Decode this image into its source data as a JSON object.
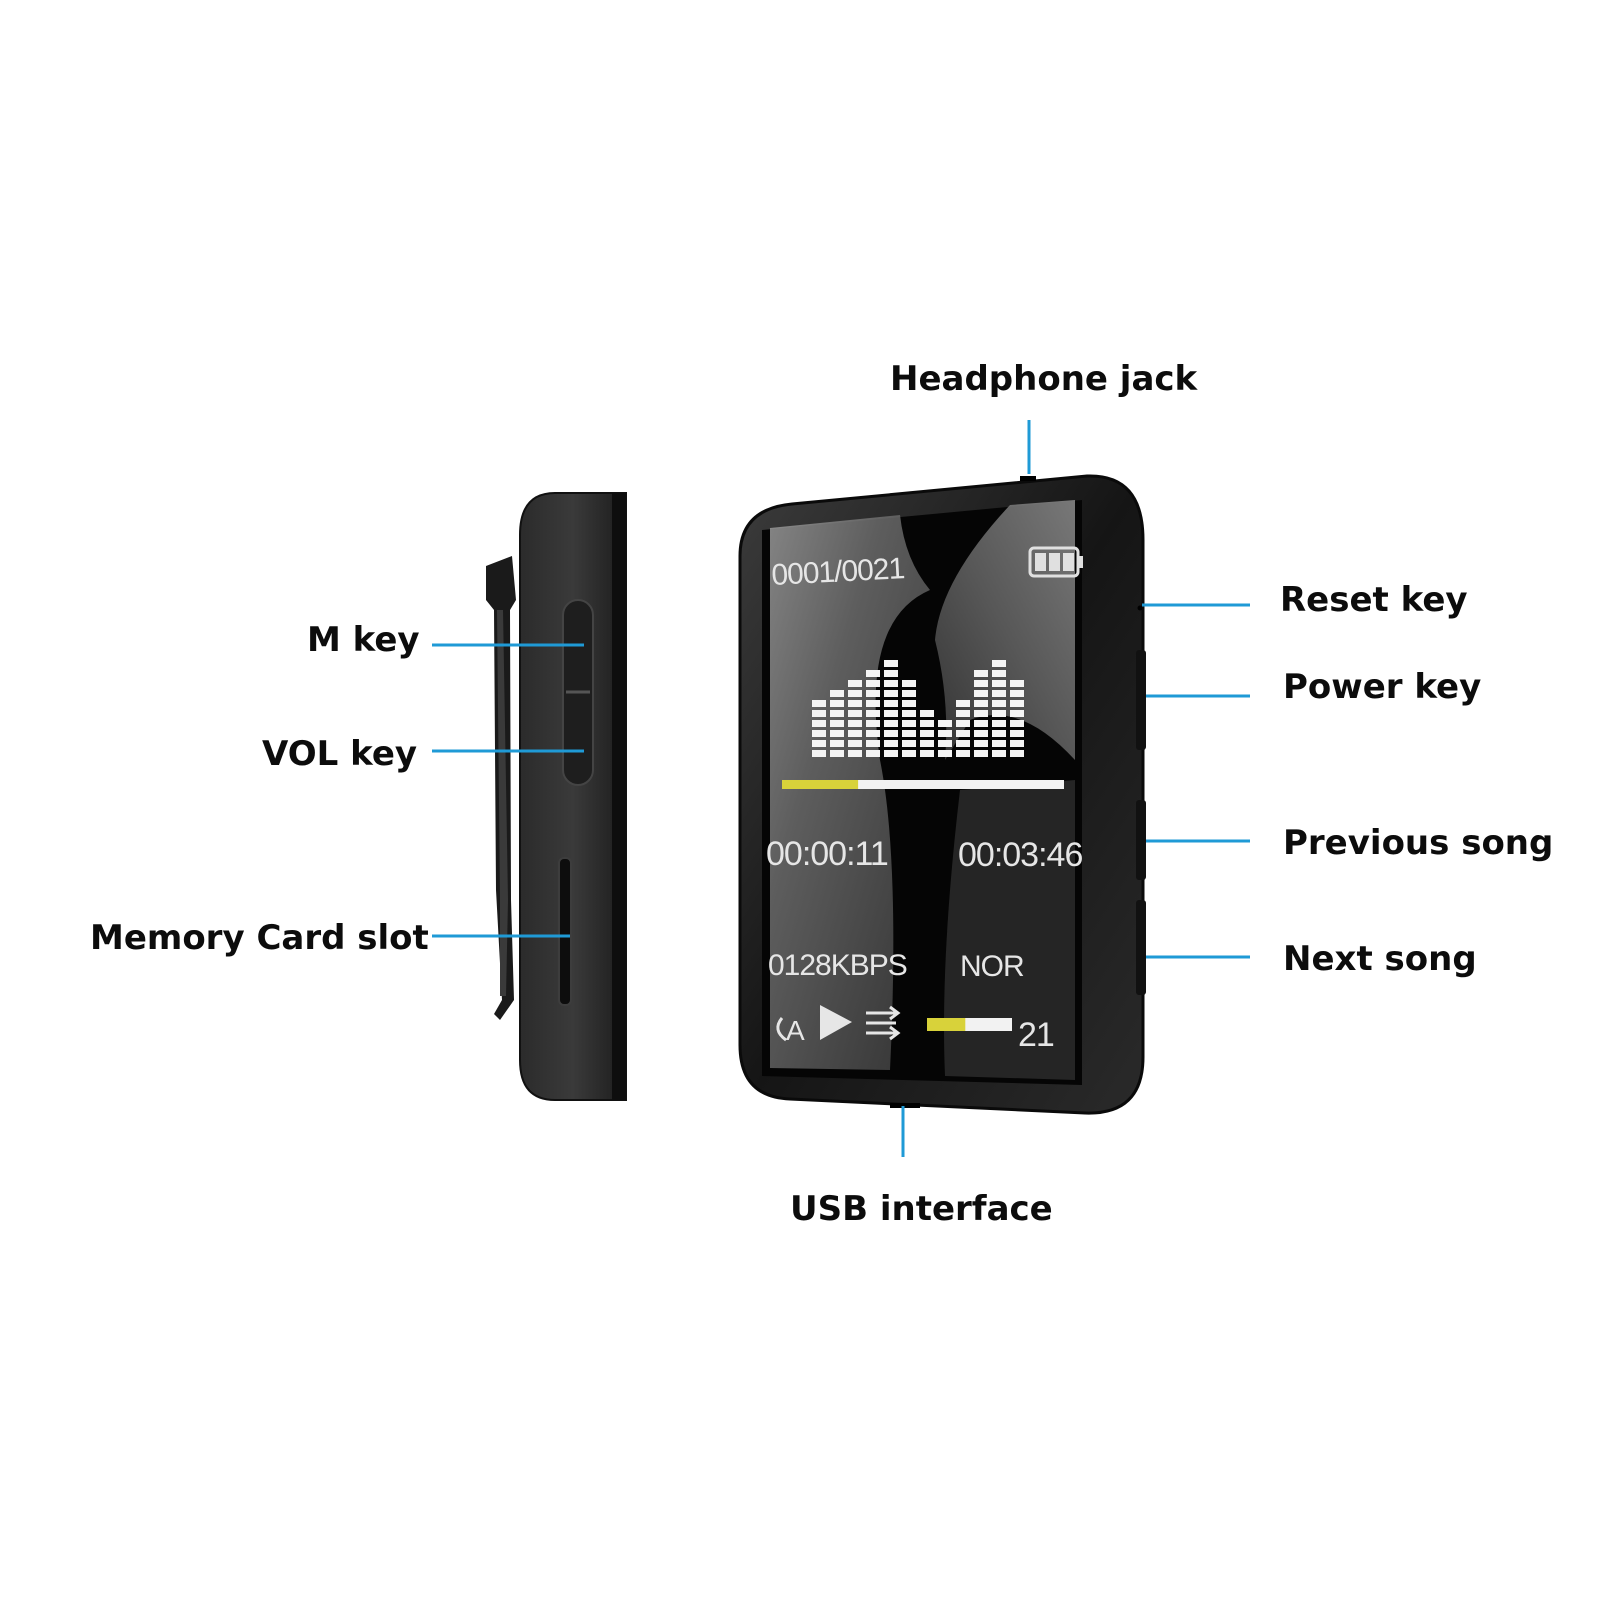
{
  "labels": {
    "headphone_jack": "Headphone jack",
    "reset_key": "Reset key",
    "power_key": "Power key",
    "previous_song": "Previous song",
    "next_song": "Next song",
    "usb_interface": "USB interface",
    "m_key": "M key",
    "vol_key": "VOL key",
    "memory_card_slot": "Memory Card slot"
  },
  "screen": {
    "track_counter": "0001/0021",
    "elapsed_time": "00:00:11",
    "total_time": "00:03:46",
    "bitrate": "0128KBPS",
    "eq_mode": "NOR",
    "repeat_mode": "A",
    "volume_level": "21",
    "playback_progress": 0.27,
    "volume_fraction": 0.45,
    "battery_bars": 3
  },
  "colors": {
    "leader_line": "#1f9ad6",
    "progress_fill": "#d8d23a",
    "device_body": "#141414"
  }
}
